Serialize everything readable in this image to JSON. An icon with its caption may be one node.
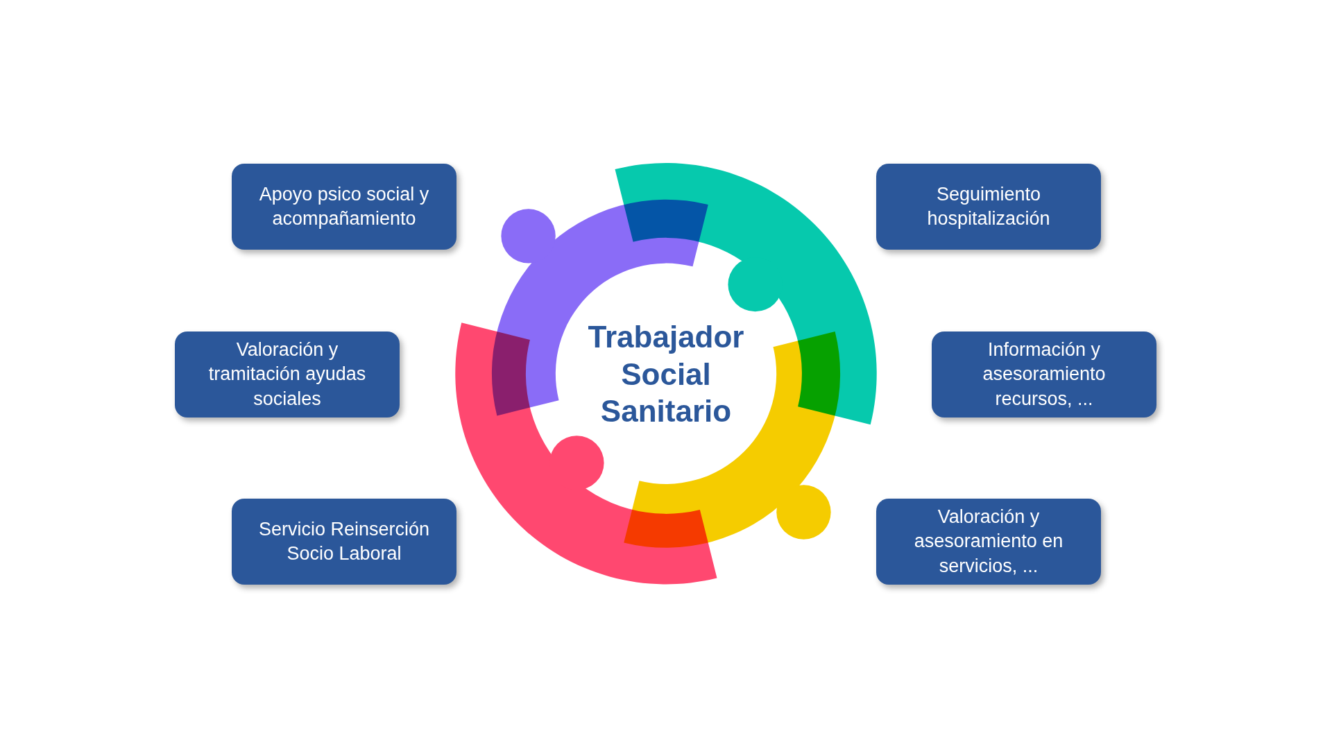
{
  "diagram": {
    "nodes": [
      {
        "text": [
          "Apoyo psico social y acompañamiento"
        ]
      },
      {
        "text": [
          "Seguimiento hospitalización"
        ]
      },
      {
        "text": [
          "Valoración y tramitación ayudas sociales"
        ]
      },
      {
        "text": [
          "Trabajador Social Sanitario"
        ]
      },
      {
        "text": [
          "Información y asesoramiento recursos, ..."
        ]
      },
      {
        "text": [
          "Servicio Reinserción Socio Laboral"
        ]
      },
      {
        "text": [
          "Valoración y asesoramiento en servicios, ..."
        ]
      }
    ]
  }
}
